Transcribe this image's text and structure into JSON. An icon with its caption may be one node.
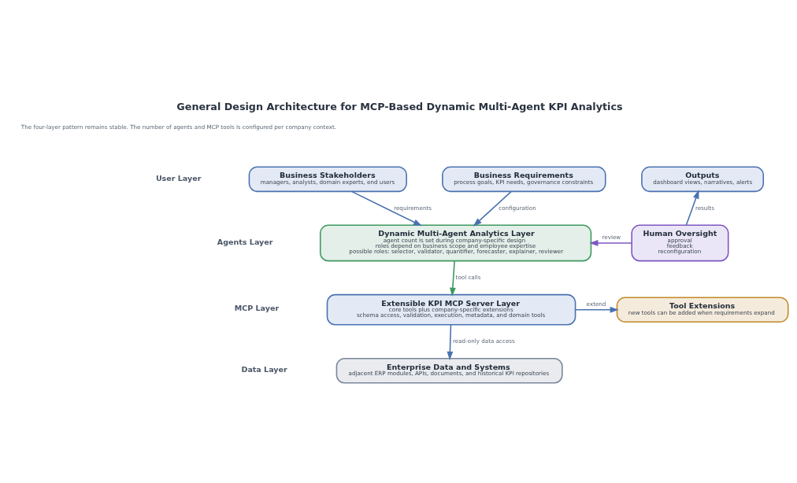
{
  "diagram": {
    "title": "General Design Architecture for MCP-Based Dynamic Multi-Agent KPI Analytics",
    "nodes": [
      {
        "text": [
          "Business Stakeholders",
          "managers, analysts, domain experts, end users"
        ]
      },
      {
        "text": [
          "Business Requirements",
          "process goals, KPI needs, governance constraints"
        ]
      },
      {
        "text": [
          "Outputs",
          "dashboard views, narratives, alerts"
        ]
      },
      {
        "text": [
          "Dynamic Multi-Agent Analytics Layer",
          "agent count is set during company-specific design",
          "roles depend on business scope and employee expertise",
          "possible roles: selector, validator, quantifier, forecaster, explainer, reviewer"
        ]
      },
      {
        "text": [
          "Human Oversight",
          "approval",
          "feedback",
          "reconfiguration"
        ]
      },
      {
        "text": [
          "Extensible KPI MCP Server Layer",
          "core tools plus company-specific extensions",
          "schema access, validation, execution, metadata, and domain tools"
        ]
      },
      {
        "text": [
          "Tool Extensions",
          "new tools can be added when requirements expand"
        ]
      },
      {
        "text": [
          "Enterprise Data and Systems",
          "adjacent ERP modules, APIs, documents, and historical KPI repositories"
        ]
      }
    ],
    "edges": [
      {
        "from": 0,
        "to": 3,
        "arrow": "to",
        "label": "requirements"
      },
      {
        "from": 1,
        "to": 3,
        "arrow": "to",
        "label": "configuration"
      },
      {
        "from": 4,
        "to": 2,
        "arrow": "to",
        "label": "results"
      },
      {
        "from": 4,
        "to": 3,
        "arrow": "to",
        "label": "review",
        "color": "#7e57c2"
      },
      {
        "from": 3,
        "to": 5,
        "arrow": "to",
        "label": "tool calls",
        "color": "#3d9a5f"
      },
      {
        "from": 5,
        "to": 6,
        "arrow": "to",
        "label": "extend"
      },
      {
        "from": 5,
        "to": 7,
        "arrow": "to",
        "label": "read-only data access"
      }
    ],
    "labels": [
      "The four-layer pattern remains stable. The number of agents and MCP tools is configured per company context.",
      "User Layer",
      "Agents Layer",
      "MCP Layer",
      "Data Layer"
    ]
  }
}
